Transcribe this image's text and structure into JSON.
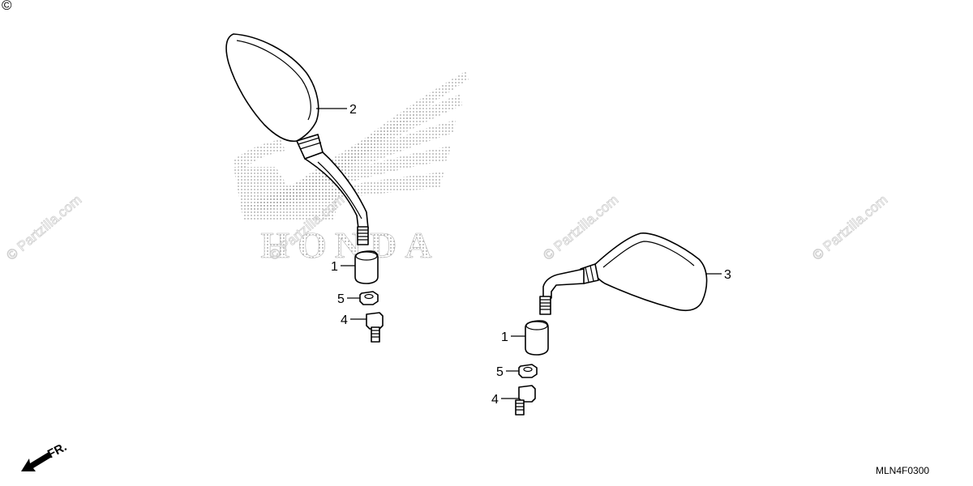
{
  "watermark": {
    "text": "© Partzilla.com",
    "copyright_symbol": "©",
    "brand_text": "HONDA"
  },
  "callouts": {
    "c1_left": "1",
    "c2": "2",
    "c5_left": "5",
    "c4_left": "4",
    "c3": "3",
    "c1_right": "1",
    "c5_right": "5",
    "c4_right": "4"
  },
  "direction_label": "FR.",
  "diagram_code": "MLN4F0300"
}
